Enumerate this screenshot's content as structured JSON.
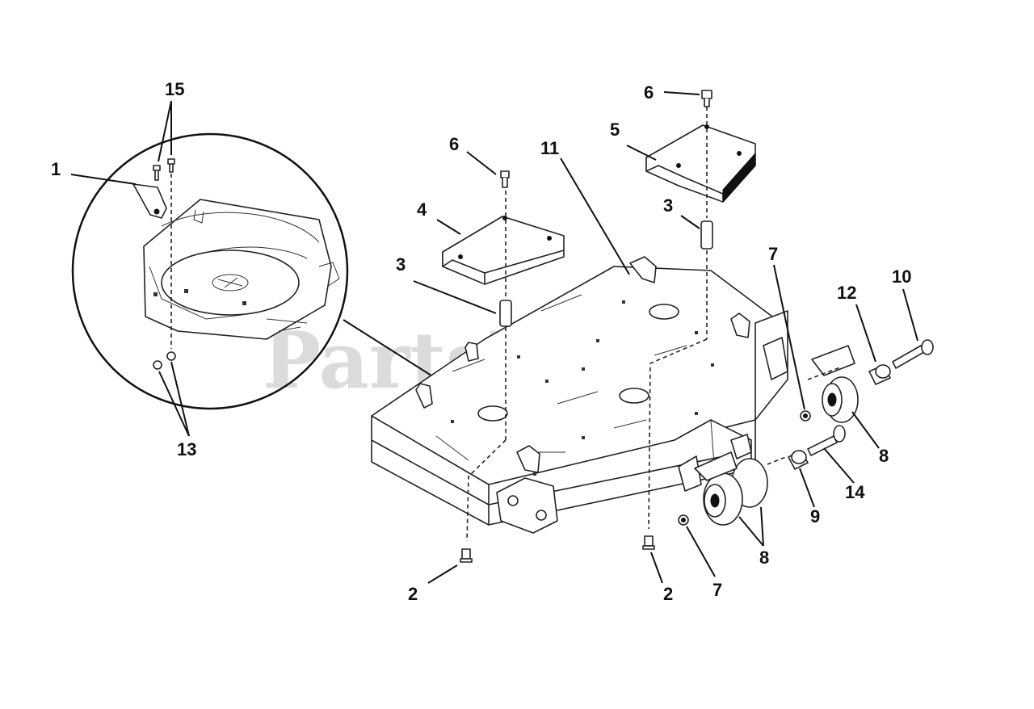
{
  "watermark": {
    "text": "PartsTree",
    "trademark": "™"
  },
  "callouts": {
    "c1": "1",
    "c15": "15",
    "c13": "13",
    "c6a": "6",
    "c6b": "6",
    "c11": "11",
    "c5": "5",
    "c4": "4",
    "c3a": "3",
    "c3b": "3",
    "c7a": "7",
    "c7b": "7",
    "c10": "10",
    "c12": "12",
    "c8a": "8",
    "c8b": "8",
    "c9": "9",
    "c14": "14",
    "c2a": "2",
    "c2b": "2"
  }
}
